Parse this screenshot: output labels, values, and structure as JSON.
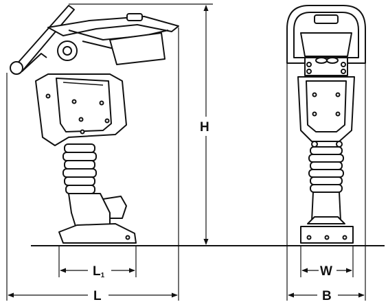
{
  "labels": {
    "height": "H",
    "length": "L",
    "shoe_length": "L",
    "shoe_length_subscript": "1",
    "shoe_width": "W",
    "base_width": "B"
  }
}
